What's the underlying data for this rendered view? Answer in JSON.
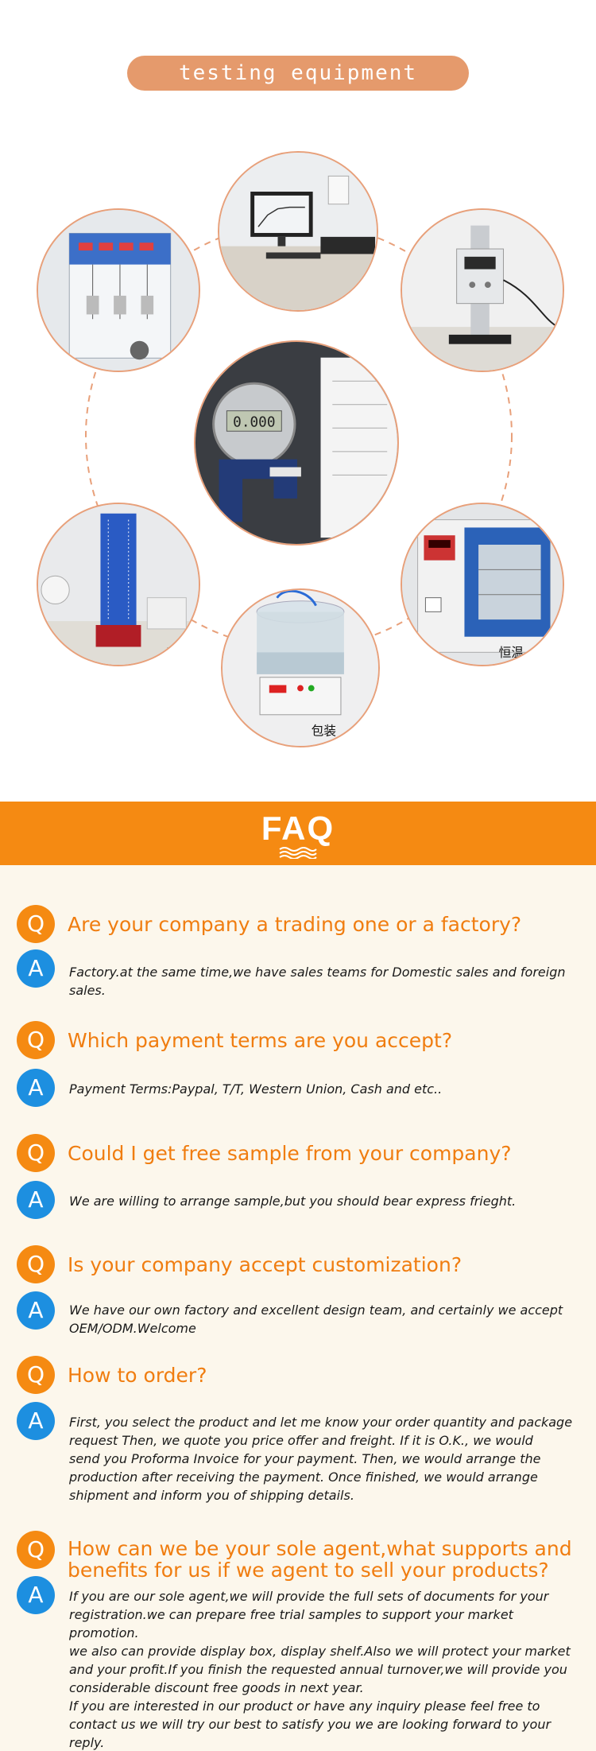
{
  "equipment": {
    "title": "testing equipment",
    "photos": [
      {
        "name": "peel-strength-tester",
        "caption": ""
      },
      {
        "name": "computer-tensile-tester",
        "caption": ""
      },
      {
        "name": "push-pull-gauge-stand",
        "caption": ""
      },
      {
        "name": "digital-thickness-gauge",
        "caption": ""
      },
      {
        "name": "drop-test-tube",
        "caption": ""
      },
      {
        "name": "vacuum-leak-tester",
        "caption": "包装"
      },
      {
        "name": "constant-temperature-oven",
        "caption": "恒温"
      }
    ],
    "gauge_display": "0.000",
    "colors": {
      "pill": "#e59a6c",
      "ring": "#e8a07a"
    }
  },
  "faq": {
    "title": "FAQ",
    "q_letter": "Q",
    "a_letter": "A",
    "colors": {
      "band": "#f58a12",
      "question": "#f07d10",
      "answer_badge": "#1d8fe0",
      "background": "#fcf7ec"
    },
    "items": [
      {
        "question": "Are your company a trading one or a factory?",
        "answer": "Factory.at the same time,we have sales teams for Domestic sales and foreign sales."
      },
      {
        "question": "Which payment terms are you accept?",
        "answer": "Payment Terms:Paypal, T/T, Western Union, Cash and etc.."
      },
      {
        "question": "Could I get free sample from your company?",
        "answer": "We are willing to arrange sample,but you should bear express frieght."
      },
      {
        "question": "Is your company accept customization?",
        "answer": "We have our own factory and excellent design team, and certainly we  accept OEM/ODM.Welcome"
      },
      {
        "question": "How to order?",
        "answer": "First, you select the product and let me know your order quantity and package\n request Then, we quote you price offer and freight. If it is O.K., we would\nsend you Proforma Invoice for your payment. Then, we would arrange the\nproduction after receiving the payment. Once finished, we would arrange\nshipment and inform you of shipping details."
      },
      {
        "question": "How can we be your sole agent,what supports and benefits for us if we agent to sell your products?",
        "answer": "If you are our sole agent,we will provide the full sets of documents for your\n registration.we can prepare free trial samples to support your market promotion.\nwe also can provide display box, display shelf.Also we will protect your market\nand your profit.If you finish the requested annual turnover,we will provide you\nconsiderable discount free goods in next year.\nIf you are interested in our product or have any inquiry please feel free to\ncontact us we will try our best to satisfy you we are looking forward to your reply."
      }
    ]
  }
}
